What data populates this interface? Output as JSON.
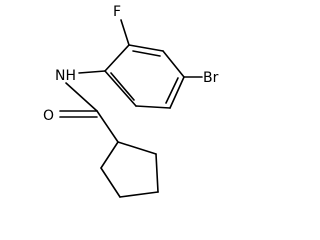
{
  "molecule": {
    "atoms": {
      "fluorine": "F",
      "bromine": "Br",
      "nitrogen_hydrogen": "NH",
      "oxygen": "O"
    }
  }
}
